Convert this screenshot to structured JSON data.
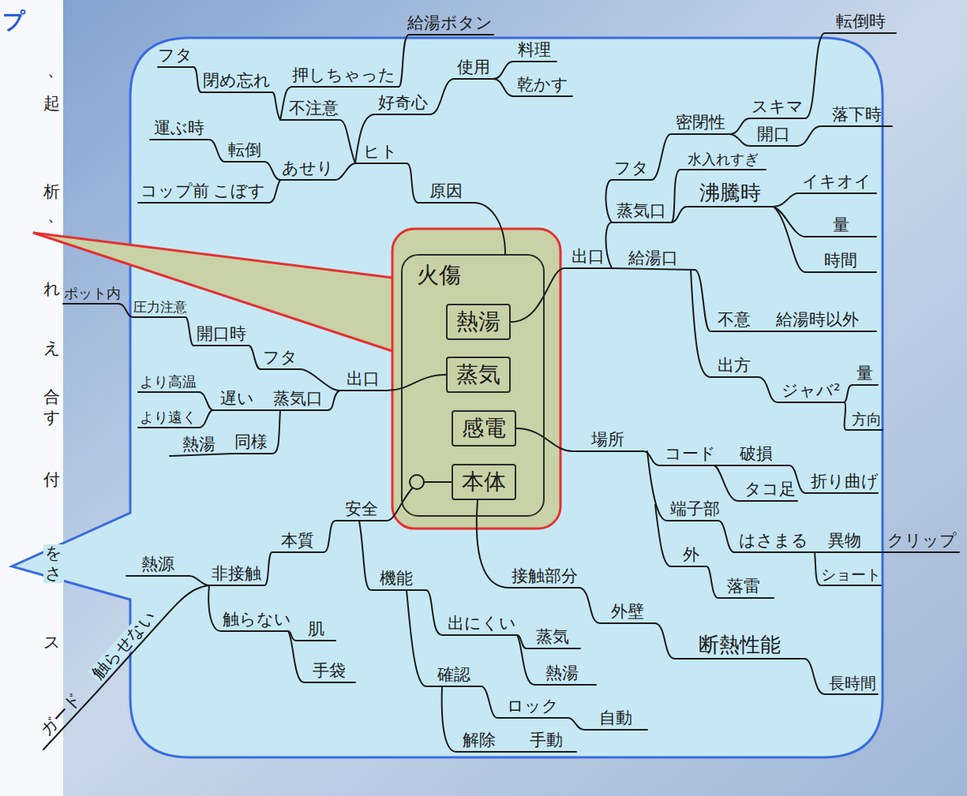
{
  "diagram": {
    "nodes": [
      {
        "text": [
          "火傷"
        ]
      },
      {
        "text": [
          "熱湯"
        ],
        "in": 0
      },
      {
        "text": [
          "蒸気"
        ],
        "in": 0
      },
      {
        "text": [
          "感電"
        ],
        "in": 0
      },
      {
        "text": [
          "本体"
        ],
        "in": 0
      }
    ],
    "labels": [
      "原因",
      "ヒト",
      "不注意",
      "好奇心",
      "使用",
      "料理",
      "乾かす",
      "閉め忘れ",
      "押しちゃった",
      "給湯ボタン",
      "フタ",
      "あせり",
      "転倒",
      "運ぶ時",
      "こぼす",
      "コップ前",
      "出口",
      "給湯口",
      "蒸気口",
      "フタ",
      "密閉性",
      "水入れすぎ",
      "沸騰時",
      "スキマ",
      "転倒時",
      "開口",
      "落下時",
      "イキオイ",
      "量",
      "時間",
      "不意",
      "給湯時以外",
      "出方",
      "ジャバ²",
      "量",
      "方向",
      "場所",
      "コード",
      "破損",
      "折り曲げ",
      "タコ足",
      "端子部",
      "はさまる",
      "異物",
      "クリップ",
      "ショート",
      "外",
      "落雷",
      "接触部分",
      "外壁",
      "断熱性能",
      "長時間",
      "安全",
      "本質",
      "非接触",
      "熱源",
      "触らない",
      "肌",
      "手袋",
      "触らせない",
      "ガード",
      "機能",
      "出にくい",
      "蒸気",
      "熱湯",
      "確認",
      "ロック",
      "自動",
      "解除",
      "手動",
      "出口",
      "フタ",
      "開口時",
      "圧力注意",
      "ポット内",
      "蒸気口",
      "遅い",
      "より高温",
      "より遠く",
      "同様",
      "熱湯",
      "プ",
      "、",
      "起",
      "析",
      "、",
      "れ",
      "え",
      "合",
      "す",
      "付",
      "を",
      "さ",
      "ス"
    ]
  }
}
